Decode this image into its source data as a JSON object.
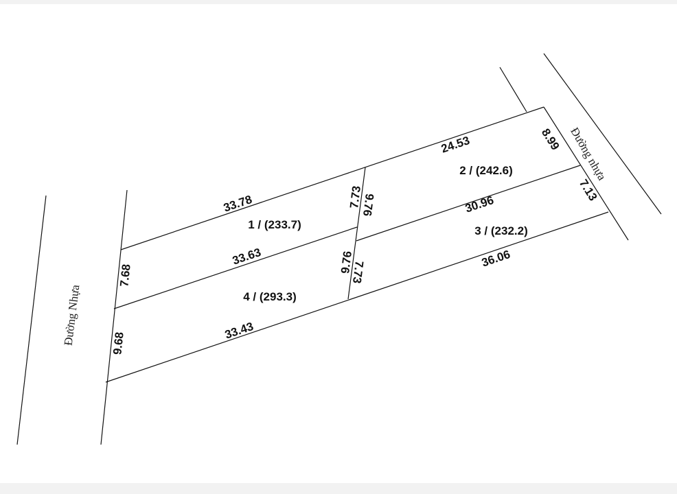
{
  "roads": {
    "left": "Đường Nhựa",
    "right": "Đường nhựa"
  },
  "plots": [
    {
      "label": "1 / (233.7)"
    },
    {
      "label": "2 / (242.6)"
    },
    {
      "label": "3 / (232.2)"
    },
    {
      "label": "4 / (293.3)"
    }
  ],
  "dimensions": {
    "top_left": "33.78",
    "top_right": "24.53",
    "mid_left": "33.63",
    "mid_right": "30.96",
    "bottom_left": "33.43",
    "bottom_right": "36.06",
    "left_upper": "7.68",
    "left_lower": "9.68",
    "right_upper": "8.99",
    "right_lower": "7.13",
    "divider_upper_a": "7.73",
    "divider_upper_b": "9.76",
    "divider_lower_a": "9.76",
    "divider_lower_b": "7.73"
  }
}
